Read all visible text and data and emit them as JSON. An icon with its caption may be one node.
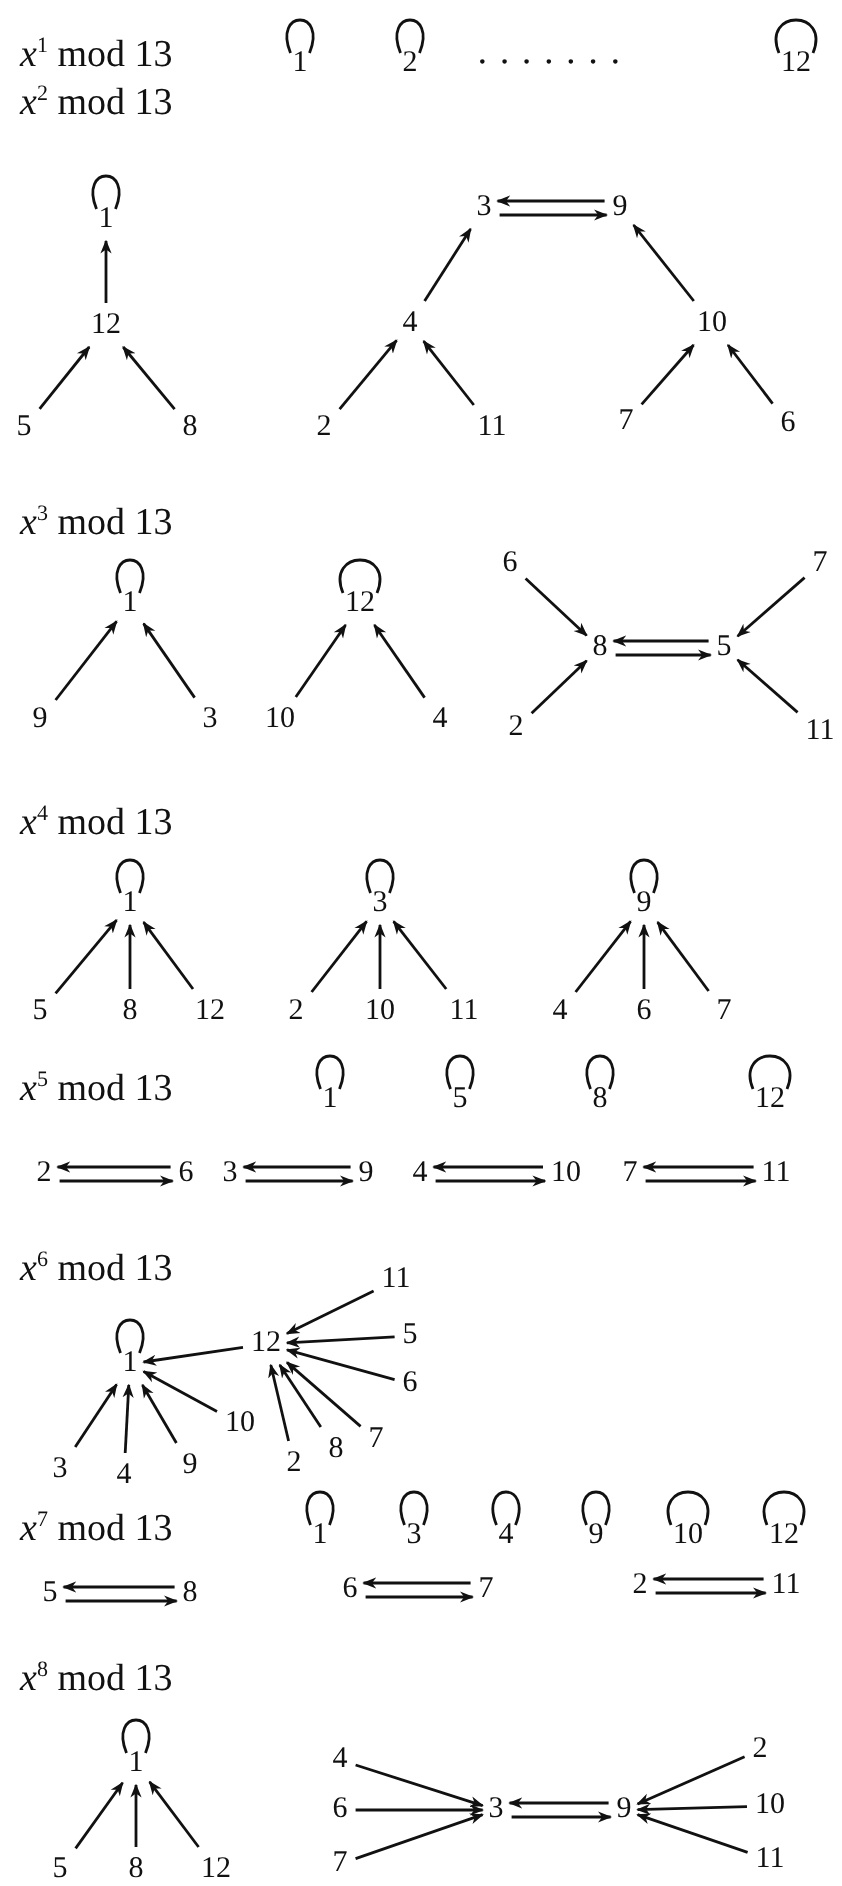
{
  "diagram": {
    "nodes": [
      {
        "text": [
          "1"
        ]
      },
      {
        "text": [
          "2"
        ]
      },
      {
        "text": [
          "12"
        ]
      },
      {
        "text": [
          "1"
        ]
      },
      {
        "text": [
          "12"
        ]
      },
      {
        "text": [
          "5"
        ]
      },
      {
        "text": [
          "8"
        ]
      },
      {
        "text": [
          "3"
        ]
      },
      {
        "text": [
          "9"
        ]
      },
      {
        "text": [
          "4"
        ]
      },
      {
        "text": [
          "2"
        ]
      },
      {
        "text": [
          "11"
        ]
      },
      {
        "text": [
          "10"
        ]
      },
      {
        "text": [
          "7"
        ]
      },
      {
        "text": [
          "6"
        ]
      },
      {
        "text": [
          "1"
        ]
      },
      {
        "text": [
          "9"
        ]
      },
      {
        "text": [
          "3"
        ]
      },
      {
        "text": [
          "12"
        ]
      },
      {
        "text": [
          "10"
        ]
      },
      {
        "text": [
          "4"
        ]
      },
      {
        "text": [
          "6"
        ]
      },
      {
        "text": [
          "8"
        ]
      },
      {
        "text": [
          "2"
        ]
      },
      {
        "text": [
          "5"
        ]
      },
      {
        "text": [
          "7"
        ]
      },
      {
        "text": [
          "11"
        ]
      },
      {
        "text": [
          "1"
        ]
      },
      {
        "text": [
          "5"
        ]
      },
      {
        "text": [
          "8"
        ]
      },
      {
        "text": [
          "12"
        ]
      },
      {
        "text": [
          "3"
        ]
      },
      {
        "text": [
          "2"
        ]
      },
      {
        "text": [
          "10"
        ]
      },
      {
        "text": [
          "11"
        ]
      },
      {
        "text": [
          "9"
        ]
      },
      {
        "text": [
          "4"
        ]
      },
      {
        "text": [
          "6"
        ]
      },
      {
        "text": [
          "7"
        ]
      },
      {
        "text": [
          "1"
        ]
      },
      {
        "text": [
          "5"
        ]
      },
      {
        "text": [
          "8"
        ]
      },
      {
        "text": [
          "12"
        ]
      },
      {
        "text": [
          "2"
        ]
      },
      {
        "text": [
          "6"
        ]
      },
      {
        "text": [
          "3"
        ]
      },
      {
        "text": [
          "9"
        ]
      },
      {
        "text": [
          "4"
        ]
      },
      {
        "text": [
          "10"
        ]
      },
      {
        "text": [
          "7"
        ]
      },
      {
        "text": [
          "11"
        ]
      },
      {
        "text": [
          "1"
        ]
      },
      {
        "text": [
          "12"
        ]
      },
      {
        "text": [
          "3"
        ]
      },
      {
        "text": [
          "4"
        ]
      },
      {
        "text": [
          "9"
        ]
      },
      {
        "text": [
          "10"
        ]
      },
      {
        "text": [
          "11"
        ]
      },
      {
        "text": [
          "5"
        ]
      },
      {
        "text": [
          "6"
        ]
      },
      {
        "text": [
          "7"
        ]
      },
      {
        "text": [
          "8"
        ]
      },
      {
        "text": [
          "2"
        ]
      },
      {
        "text": [
          "1"
        ]
      },
      {
        "text": [
          "3"
        ]
      },
      {
        "text": [
          "4"
        ]
      },
      {
        "text": [
          "9"
        ]
      },
      {
        "text": [
          "10"
        ]
      },
      {
        "text": [
          "12"
        ]
      },
      {
        "text": [
          "5"
        ]
      },
      {
        "text": [
          "8"
        ]
      },
      {
        "text": [
          "6"
        ]
      },
      {
        "text": [
          "7"
        ]
      },
      {
        "text": [
          "2"
        ]
      },
      {
        "text": [
          "11"
        ]
      },
      {
        "text": [
          "1"
        ]
      },
      {
        "text": [
          "5"
        ]
      },
      {
        "text": [
          "8"
        ]
      },
      {
        "text": [
          "12"
        ]
      },
      {
        "text": [
          "3"
        ]
      },
      {
        "text": [
          "9"
        ]
      },
      {
        "text": [
          "4"
        ]
      },
      {
        "text": [
          "6"
        ]
      },
      {
        "text": [
          "7"
        ]
      },
      {
        "text": [
          "2"
        ]
      },
      {
        "text": [
          "10"
        ]
      },
      {
        "text": [
          "11"
        ]
      }
    ],
    "edges": [
      {
        "from": 0,
        "to": 0,
        "arrow": "none"
      },
      {
        "from": 1,
        "to": 1,
        "arrow": "none"
      },
      {
        "from": 2,
        "to": 2,
        "arrow": "none"
      },
      {
        "from": 3,
        "to": 3,
        "arrow": "none"
      },
      {
        "from": 4,
        "to": 3,
        "arrow": "to"
      },
      {
        "from": 5,
        "to": 4,
        "arrow": "to"
      },
      {
        "from": 6,
        "to": 4,
        "arrow": "to"
      },
      {
        "from": 7,
        "to": 8,
        "arrow": "to"
      },
      {
        "from": 8,
        "to": 7,
        "arrow": "to"
      },
      {
        "from": 9,
        "to": 7,
        "arrow": "to"
      },
      {
        "from": 10,
        "to": 9,
        "arrow": "to"
      },
      {
        "from": 11,
        "to": 9,
        "arrow": "to"
      },
      {
        "from": 12,
        "to": 8,
        "arrow": "to"
      },
      {
        "from": 13,
        "to": 12,
        "arrow": "to"
      },
      {
        "from": 14,
        "to": 12,
        "arrow": "to"
      },
      {
        "from": 15,
        "to": 15,
        "arrow": "none"
      },
      {
        "from": 16,
        "to": 15,
        "arrow": "to"
      },
      {
        "from": 17,
        "to": 15,
        "arrow": "to"
      },
      {
        "from": 18,
        "to": 18,
        "arrow": "none"
      },
      {
        "from": 19,
        "to": 18,
        "arrow": "to"
      },
      {
        "from": 20,
        "to": 18,
        "arrow": "to"
      },
      {
        "from": 21,
        "to": 22,
        "arrow": "to"
      },
      {
        "from": 23,
        "to": 22,
        "arrow": "to"
      },
      {
        "from": 22,
        "to": 24,
        "arrow": "to"
      },
      {
        "from": 24,
        "to": 22,
        "arrow": "to"
      },
      {
        "from": 25,
        "to": 24,
        "arrow": "to"
      },
      {
        "from": 26,
        "to": 24,
        "arrow": "to"
      },
      {
        "from": 27,
        "to": 27,
        "arrow": "none"
      },
      {
        "from": 28,
        "to": 27,
        "arrow": "to"
      },
      {
        "from": 29,
        "to": 27,
        "arrow": "to"
      },
      {
        "from": 30,
        "to": 27,
        "arrow": "to"
      },
      {
        "from": 31,
        "to": 31,
        "arrow": "none"
      },
      {
        "from": 32,
        "to": 31,
        "arrow": "to"
      },
      {
        "from": 33,
        "to": 31,
        "arrow": "to"
      },
      {
        "from": 34,
        "to": 31,
        "arrow": "to"
      },
      {
        "from": 35,
        "to": 35,
        "arrow": "none"
      },
      {
        "from": 36,
        "to": 35,
        "arrow": "to"
      },
      {
        "from": 37,
        "to": 35,
        "arrow": "to"
      },
      {
        "from": 38,
        "to": 35,
        "arrow": "to"
      },
      {
        "from": 39,
        "to": 39,
        "arrow": "none"
      },
      {
        "from": 40,
        "to": 40,
        "arrow": "none"
      },
      {
        "from": 41,
        "to": 41,
        "arrow": "none"
      },
      {
        "from": 42,
        "to": 42,
        "arrow": "none"
      },
      {
        "from": 43,
        "to": 44,
        "arrow": "to"
      },
      {
        "from": 44,
        "to": 43,
        "arrow": "to"
      },
      {
        "from": 45,
        "to": 46,
        "arrow": "to"
      },
      {
        "from": 46,
        "to": 45,
        "arrow": "to"
      },
      {
        "from": 47,
        "to": 48,
        "arrow": "to"
      },
      {
        "from": 48,
        "to": 47,
        "arrow": "to"
      },
      {
        "from": 49,
        "to": 50,
        "arrow": "to"
      },
      {
        "from": 50,
        "to": 49,
        "arrow": "to"
      },
      {
        "from": 51,
        "to": 51,
        "arrow": "none"
      },
      {
        "from": 52,
        "to": 51,
        "arrow": "to"
      },
      {
        "from": 53,
        "to": 51,
        "arrow": "to"
      },
      {
        "from": 54,
        "to": 51,
        "arrow": "to"
      },
      {
        "from": 55,
        "to": 51,
        "arrow": "to"
      },
      {
        "from": 56,
        "to": 51,
        "arrow": "to"
      },
      {
        "from": 57,
        "to": 52,
        "arrow": "to"
      },
      {
        "from": 58,
        "to": 52,
        "arrow": "to"
      },
      {
        "from": 59,
        "to": 52,
        "arrow": "to"
      },
      {
        "from": 60,
        "to": 52,
        "arrow": "to"
      },
      {
        "from": 61,
        "to": 52,
        "arrow": "to"
      },
      {
        "from": 62,
        "to": 52,
        "arrow": "to"
      },
      {
        "from": 63,
        "to": 63,
        "arrow": "none"
      },
      {
        "from": 64,
        "to": 64,
        "arrow": "none"
      },
      {
        "from": 65,
        "to": 65,
        "arrow": "none"
      },
      {
        "from": 66,
        "to": 66,
        "arrow": "none"
      },
      {
        "from": 67,
        "to": 67,
        "arrow": "none"
      },
      {
        "from": 68,
        "to": 68,
        "arrow": "none"
      },
      {
        "from": 69,
        "to": 70,
        "arrow": "to"
      },
      {
        "from": 70,
        "to": 69,
        "arrow": "to"
      },
      {
        "from": 71,
        "to": 72,
        "arrow": "to"
      },
      {
        "from": 72,
        "to": 71,
        "arrow": "to"
      },
      {
        "from": 73,
        "to": 74,
        "arrow": "to"
      },
      {
        "from": 74,
        "to": 73,
        "arrow": "to"
      },
      {
        "from": 75,
        "to": 75,
        "arrow": "none"
      },
      {
        "from": 76,
        "to": 75,
        "arrow": "to"
      },
      {
        "from": 77,
        "to": 75,
        "arrow": "to"
      },
      {
        "from": 78,
        "to": 75,
        "arrow": "to"
      },
      {
        "from": 79,
        "to": 80,
        "arrow": "to"
      },
      {
        "from": 80,
        "to": 79,
        "arrow": "to"
      },
      {
        "from": 81,
        "to": 79,
        "arrow": "to"
      },
      {
        "from": 82,
        "to": 79,
        "arrow": "to"
      },
      {
        "from": 83,
        "to": 79,
        "arrow": "to"
      },
      {
        "from": 84,
        "to": 80,
        "arrow": "to"
      },
      {
        "from": 85,
        "to": 80,
        "arrow": "to"
      },
      {
        "from": 86,
        "to": 80,
        "arrow": "to"
      }
    ],
    "labels": [
      "*x*$^{1}$ mod 13",
      "· · · · · · ·",
      "*x*$^{2}$ mod 13",
      "*x*$^{3}$ mod 13",
      "*x*$^{4}$ mod 13",
      "*x*$^{5}$ mod 13",
      "*x*$^{6}$ mod 13",
      "*x*$^{7}$ mod 13",
      "*x*$^{8}$ mod 13"
    ]
  }
}
